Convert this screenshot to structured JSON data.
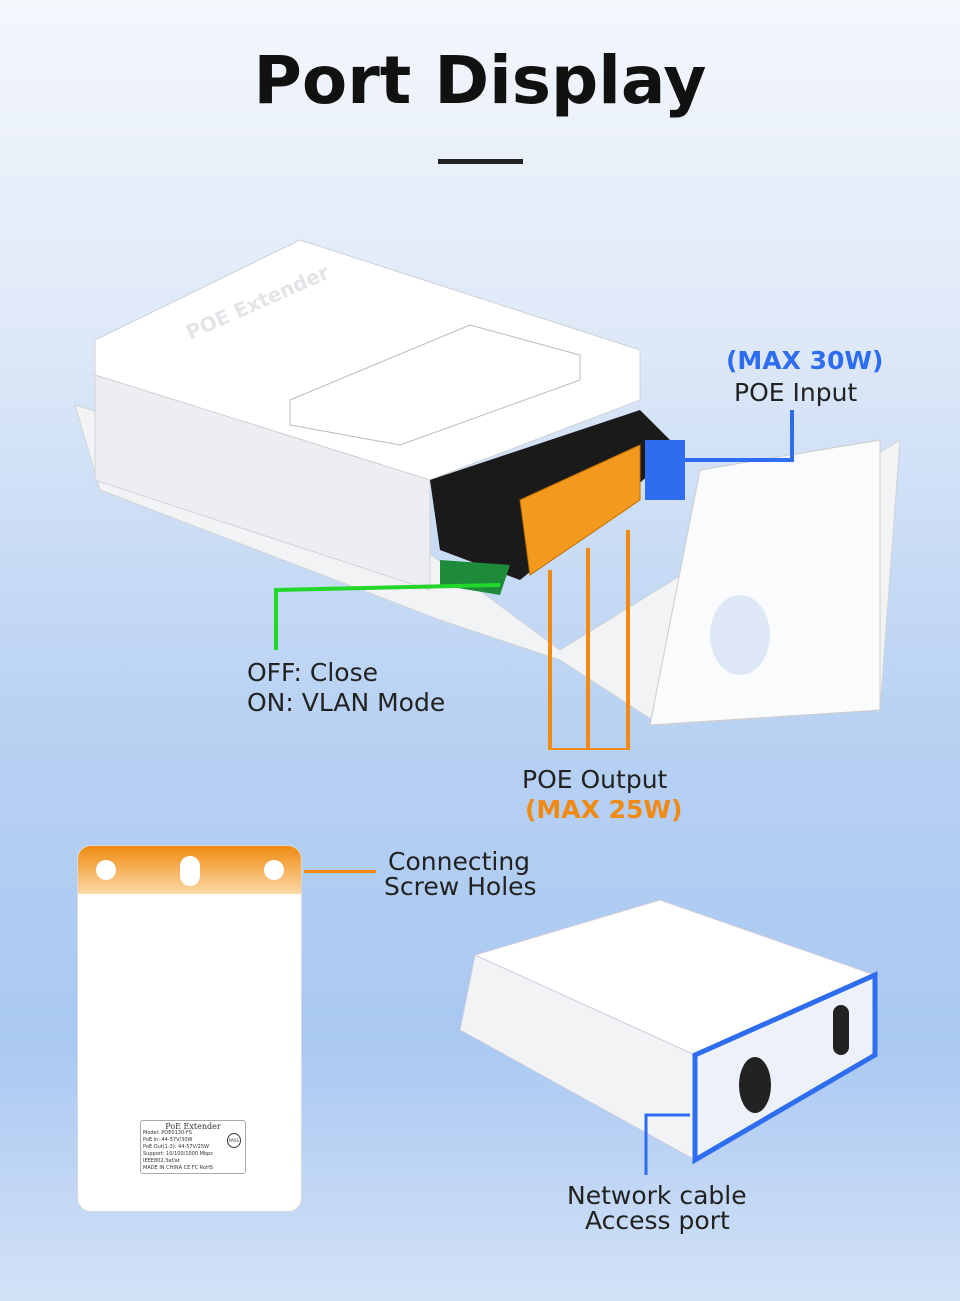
{
  "title": "Port Display",
  "callouts": {
    "poe_input_max": "(MAX 30W)",
    "poe_input": "POE Input",
    "switch_off": "OFF:  Close",
    "switch_on": "ON:  VLAN Mode",
    "poe_output": "POE Output",
    "poe_output_max": "(MAX 25W)",
    "screw_holes_1": "Connecting",
    "screw_holes_2": "Screw Holes",
    "network_port_1": "Network cable",
    "network_port_2": "Access port"
  },
  "device": {
    "lid_text": "POE Extender",
    "label": {
      "title": "PoE Extender",
      "model": "Model: POE0130-FS",
      "poe_in": "PoE In: 44-57V/30W",
      "poe_out": "PoE Out(1-3): 44-57V/25W",
      "support": "Support: 10/100/1000 Mbps IEEE802.3af/at",
      "origin": "MADE IN CHINA  CE FC RoHS",
      "pass": "PASS"
    }
  },
  "colors": {
    "blue": "#2f6df0",
    "orange": "#f08a12",
    "green": "#22d62a"
  }
}
